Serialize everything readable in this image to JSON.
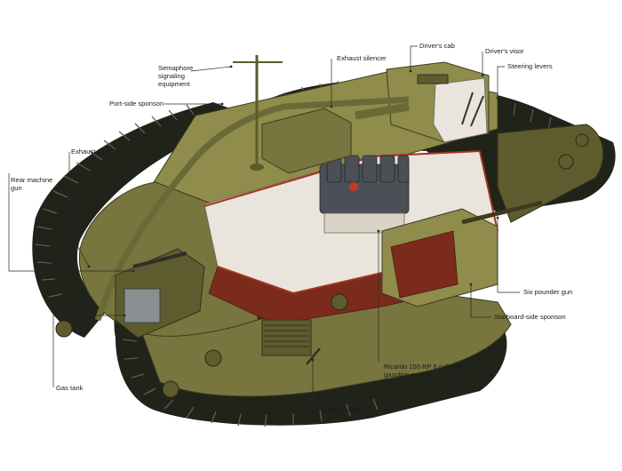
{
  "colors": {
    "hull": "#78753e",
    "hull_dark": "#5e5c2e",
    "track": "#1f231a",
    "interior": "#e9e4dc",
    "floor": "#7a2b1c",
    "cut_edge": "#a43321",
    "engine": "#4c5056"
  },
  "labels": {
    "semaphore": "Semaphore\nsignaling\nequipment",
    "exhaust_silencer": "Exhaust silencer",
    "drivers_cab": "Driver's cab",
    "drivers_visor": "Driver's visor",
    "steering_levers": "Steering levers",
    "port_sponson": "Port-side sponson",
    "exhaust_pipe": "Exhaust pipe",
    "rear_gun": "Rear machine\ngun",
    "six_pounder": "Six pounder gun",
    "starboard_sponson": "Starboard-side sponson",
    "engine": "Ricardo 150 RP 6 cylinder\ngasoline engine",
    "gas_tank": "Gas tank",
    "starting_handle": "Starting handle"
  }
}
